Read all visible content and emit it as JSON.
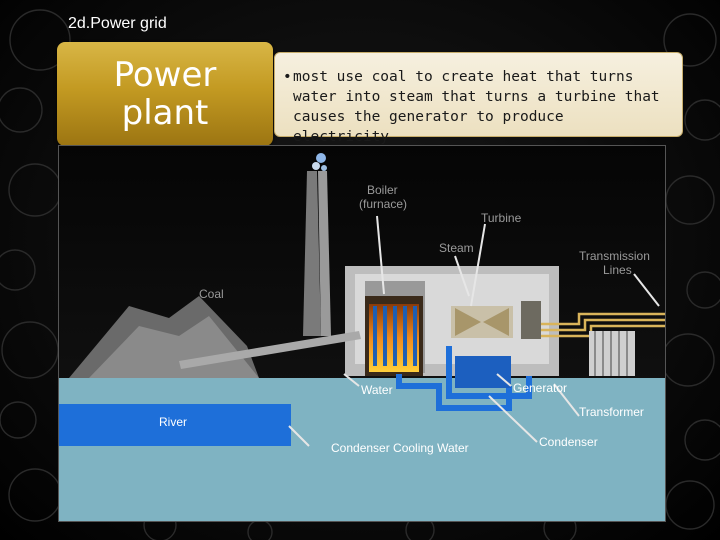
{
  "slide": {
    "title": "2d.Power grid",
    "label": "Power plant",
    "bullet": "most use coal to create heat that turns water into steam that turns a turbine that causes the generator to produce electricity",
    "bullet_lines": [
      "most use coal to create heat that turns",
      "water into steam that turns a turbine that",
      "causes the generator to produce electricity"
    ]
  },
  "diagram": {
    "labels": {
      "boiler": "Boiler",
      "furnace": "(furnace)",
      "turbine": "Turbine",
      "steam": "Steam",
      "transmission1": "Transmission",
      "transmission2": "Lines",
      "coal": "Coal",
      "water": "Water",
      "generator": "Generator",
      "river": "River",
      "transformer": "Transformer",
      "condenser": "Condenser",
      "cooling": "Condenser Cooling Water"
    },
    "colors": {
      "accent_gold": "#c9a22a",
      "river_blue": "#1e6fd9",
      "water_teal": "#7fb3c2",
      "furnace_orange": "#f08a1e"
    }
  }
}
